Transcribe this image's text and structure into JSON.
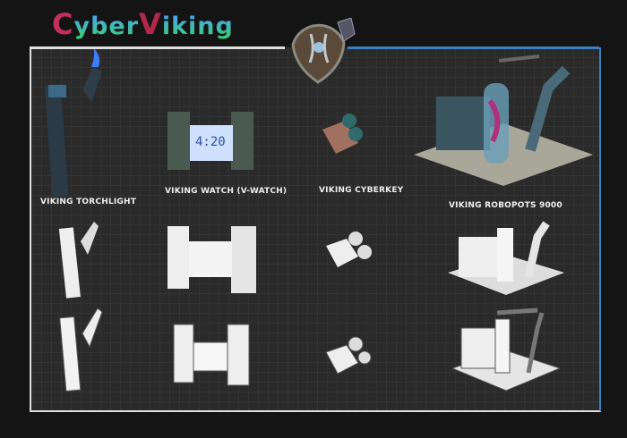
{
  "title": {
    "first": "C",
    "mid": "yber",
    "v": "V",
    "end": "iking"
  },
  "assets": [
    {
      "label": "VIKING TORCHLIGHT"
    },
    {
      "label": "VIKING WATCH (V-WATCH)"
    },
    {
      "label": "VIKING CYBERKEY"
    },
    {
      "label": "VIKING ROBOPOTS 9000"
    }
  ],
  "watch_display": "4:20",
  "colors": {
    "accent_blue": "#3a7fc0",
    "logo_red": "#c0305a",
    "panel": "#2a2a2a"
  }
}
